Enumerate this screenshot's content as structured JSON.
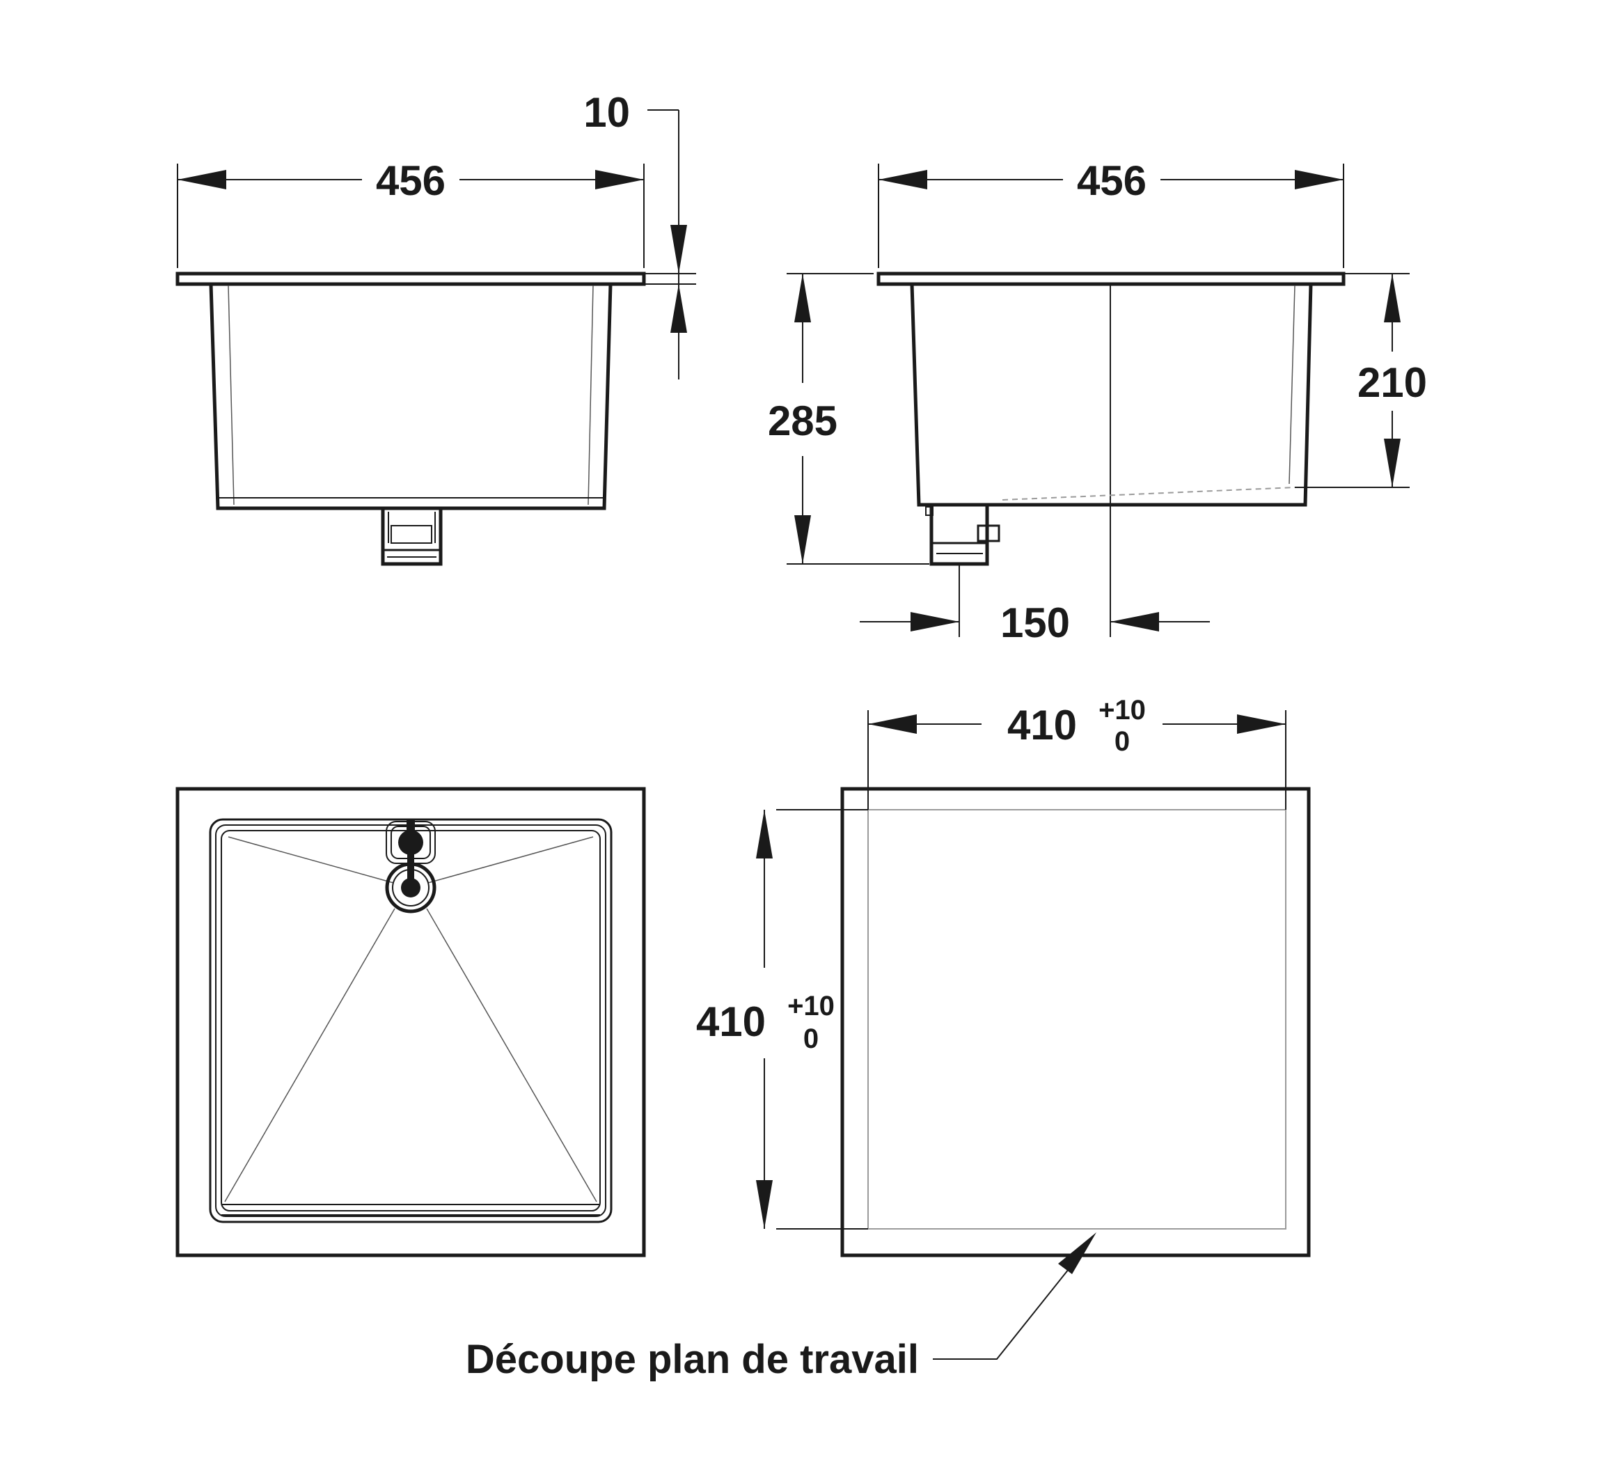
{
  "dimensions": {
    "front_width": "456",
    "rim_thickness": "10",
    "side_width": "456",
    "total_height": "285",
    "bowl_depth": "210",
    "drain_offset": "150",
    "cutout_width": "410",
    "cutout_width_tol_upper": "+10",
    "cutout_width_tol_lower": "0",
    "cutout_height": "410",
    "cutout_height_tol_upper": "+10",
    "cutout_height_tol_lower": "0"
  },
  "caption": "Découpe plan de travail",
  "colors": {
    "line": "#1a1a1a",
    "background": "#ffffff",
    "cutout_line": "#9a9a9a"
  }
}
